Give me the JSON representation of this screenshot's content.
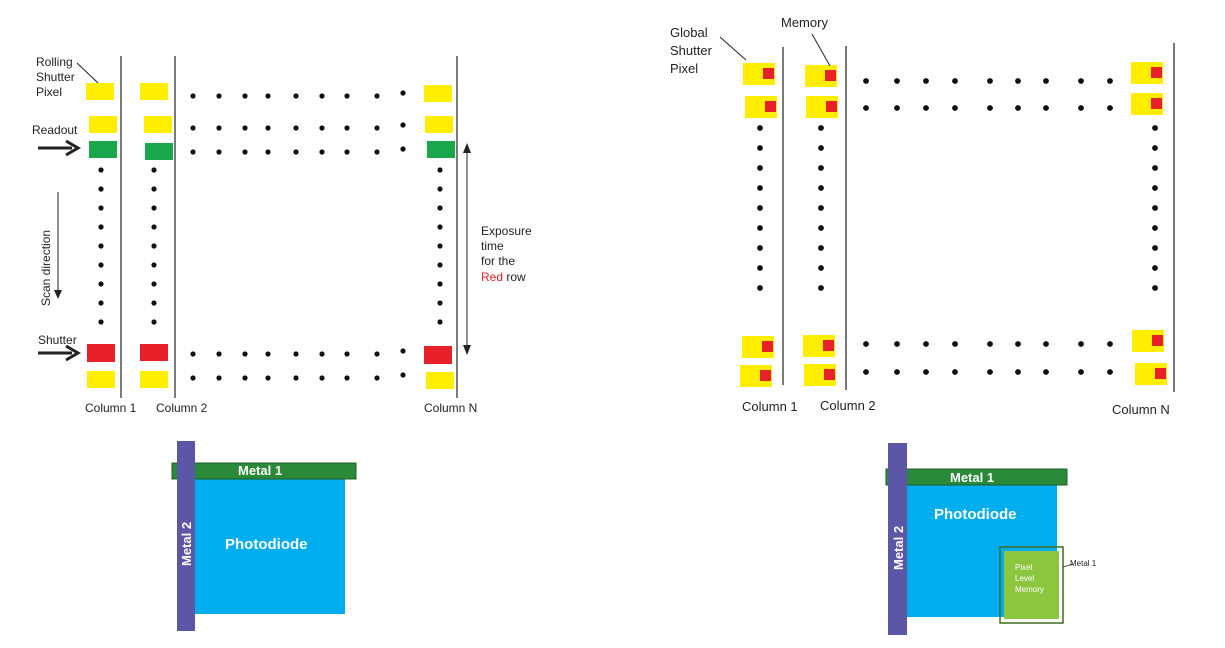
{
  "left_diagram": {
    "callout_label_lines": [
      "Rolling",
      "Shutter",
      "Pixel"
    ],
    "readout_label": "Readout",
    "shutter_label": "Shutter",
    "scan_direction_label": "Scan direction",
    "exposure_label_lines": [
      "Exposure",
      "time",
      "for the"
    ],
    "exposure_red_word": "Red",
    "exposure_row_word": " row",
    "columns": [
      "Column 1",
      "Column 2",
      "Column N"
    ]
  },
  "right_diagram": {
    "callout_label_lines": [
      "Global",
      "Shutter",
      "Pixel"
    ],
    "memory_label": "Memory",
    "columns": [
      "Column 1",
      "Column 2",
      "Column N"
    ]
  },
  "left_cross_section": {
    "metal1_label": "Metal 1",
    "metal2_label": "Metal 2",
    "photodiode_label": "Photodiode"
  },
  "right_cross_section": {
    "metal1_label": "Metal 1",
    "metal2_label": "Metal 2",
    "photodiode_label": "Photodiode",
    "memory_label_lines": [
      "Pixel",
      "Level",
      "Memory"
    ],
    "memory_metal_callout": "Metal 1"
  },
  "colors": {
    "pixel_yellow": "#ffee00",
    "readout_green": "#1aa64a",
    "shutter_red": "#e8202a",
    "memory_red": "#e8202a",
    "photodiode_blue": "#00aeef",
    "metal1_green": "#2a8a3a",
    "metal2_purple": "#5b56a6",
    "memory_green": "#8cc63f"
  }
}
